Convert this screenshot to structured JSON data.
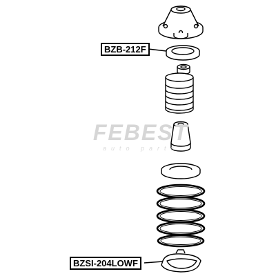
{
  "parts": {
    "top_label": "BZB-212F",
    "bottom_label": "BZSI-204LOWF"
  },
  "watermark": {
    "brand": "FEBEST",
    "tagline": "auto parts"
  },
  "colors": {
    "line": "#000000",
    "background": "#ffffff",
    "watermark": "#d6d6d6"
  }
}
